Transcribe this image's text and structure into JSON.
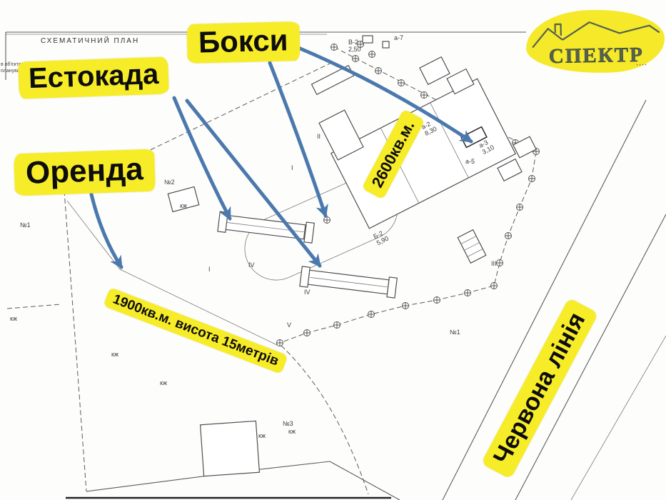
{
  "colors": {
    "highlight": "#f7ec28",
    "arrow": "#4b79ad",
    "plan_line": "#5b5b5b"
  },
  "header": {
    "plan_title": "СХЕМАТИЧНИЙ ПЛАН",
    "margin_note_line1": "в об'єкта",
    "margin_note_line2": "планувань"
  },
  "logo": {
    "name": "СПЕКТР",
    "dots": "····"
  },
  "labels": {
    "boksy": "Бокси",
    "estokada": "Естокада",
    "orenda": "Оренда",
    "area_2600": "2600кв.м.",
    "area_1900": "1900кв.м. висота 15метрів",
    "red_line": "Червона лінія"
  },
  "plan": {
    "marks": {
      "n1": "№1",
      "n2": "№2",
      "n3": "№3",
      "kzh": "кж",
      "r1": "I",
      "r2": "II",
      "r3": "III",
      "r4": "IV",
      "r5": "V",
      "a2": "а-2",
      "d830": "8,30",
      "a3": "а-3",
      "d310": "3,10",
      "b2": "Б-2",
      "d590": "5,90",
      "v2": "В-2",
      "d250": "2,50",
      "a5": "а-5",
      "a7": "а-7"
    }
  }
}
